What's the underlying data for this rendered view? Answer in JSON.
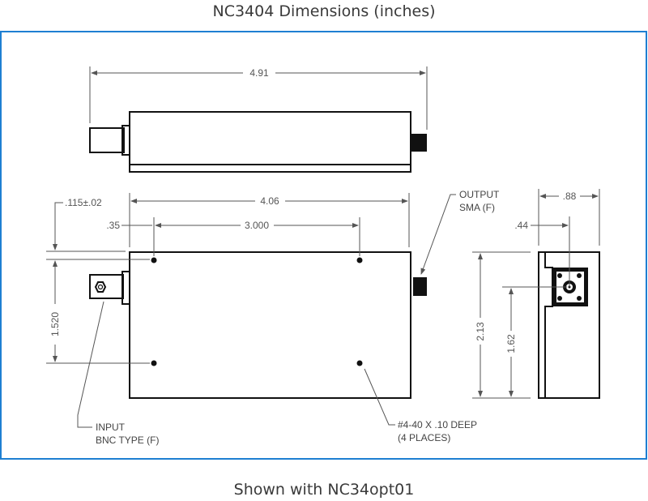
{
  "title": "NC3404 Dimensions (inches)",
  "caption": "Shown with NC34opt01",
  "frame_color": "#1e7fd2",
  "dimensions": {
    "overall_length": "4.91",
    "body_length": "4.06",
    "hole_spacing_x": "3.000",
    "hole_offset_x": ".35",
    "hole_offset_y": ".115±.02",
    "hole_spacing_y": "1.520",
    "width": ".88",
    "connector_offset_x": ".44",
    "height": "2.13",
    "connector_height": "1.62"
  },
  "callouts": {
    "output_line1": "OUTPUT",
    "output_line2": "SMA (F)",
    "input_line1": "INPUT",
    "input_line2": "BNC TYPE (F)",
    "holes_line1": "#4-40 X .10 DEEP",
    "holes_line2": "(4 PLACES)"
  }
}
